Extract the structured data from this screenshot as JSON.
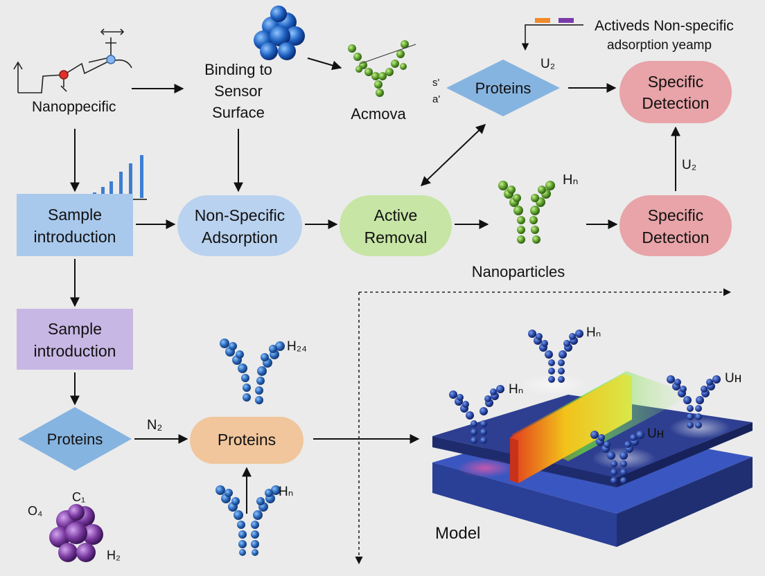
{
  "nodes": {
    "nanoppecific": "Nanoppecific",
    "binding": [
      "Binding to",
      "Sensor",
      "Surface"
    ],
    "acmova": "Acmova",
    "proteins_top": "Proteins",
    "specific_top": [
      "Specific",
      "Detection"
    ],
    "actived": [
      "Activeds Non-specific",
      "adsorption yeamp"
    ],
    "sample1": [
      "Sample",
      "introduction"
    ],
    "nonspecific": [
      "Non-Specific",
      "Adsorption"
    ],
    "active_removal": [
      "Active",
      "Removal"
    ],
    "specific_mid": [
      "Specific",
      "Detection"
    ],
    "nanoparticles": "Nanoparticles",
    "sample2": [
      "Sample",
      "introduction"
    ],
    "proteins_diamond": "Proteins",
    "proteins_pill": "Proteins",
    "model": "Model"
  },
  "labels": {
    "u2_top": "U₂",
    "u2_right": "U₂",
    "s_mark": "s'",
    "a_mark": "a'",
    "hn_mid": "Hₙ",
    "h24": "H₂₄",
    "n2": "N₂",
    "hn_bottom": "Hₙ",
    "o4": "O₄",
    "c1": "C₁",
    "h2": "H₂",
    "hn_chip_top": "Hₙ",
    "hn_chip_left": "Hₙ",
    "uh_chip_right": "Uʜ",
    "uh_chip_mid": "Uʜ"
  },
  "colors": {
    "blue_box": "#a9c9ec",
    "purple_box": "#c7b7e4",
    "pill_blue": "#b9d2ef",
    "pill_green": "#c7e5a5",
    "pill_pink": "#e8a4a8",
    "pill_peach": "#f1c69c",
    "diamond": "#86b4e0",
    "antibody_green": "#6da93a",
    "antibody_blue": "#2a66b6",
    "chip_blue": "#2c3f8c",
    "cluster_purple": "#7a3aa0"
  }
}
